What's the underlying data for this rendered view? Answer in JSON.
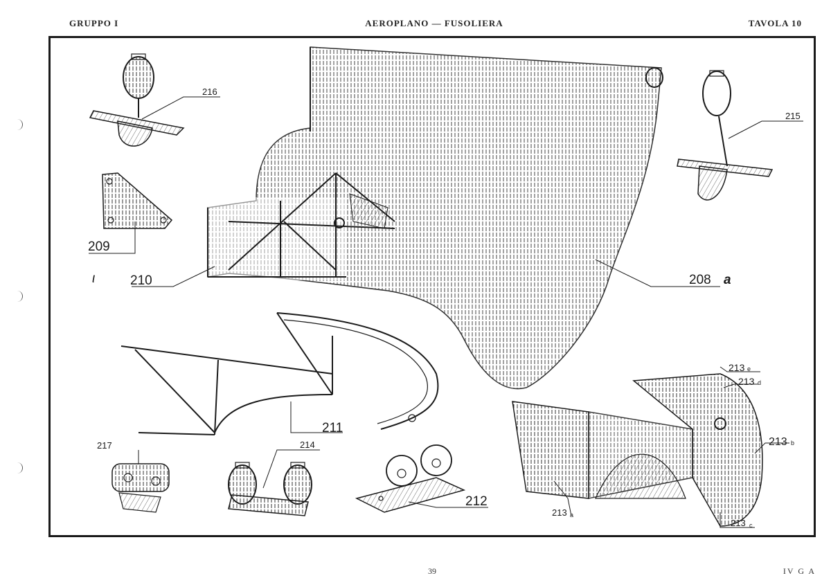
{
  "header": {
    "left": "GRUPPO I",
    "center": "AEROPLANO — FUSOLIERA",
    "right": "TAVOLA 10"
  },
  "footer": {
    "page": "39",
    "code": "IV G A"
  },
  "labels": {
    "p208": "208",
    "p208_suffix": "a",
    "p209": "209",
    "p210": "210",
    "p211": "211",
    "p212": "212",
    "p213a": "213",
    "p213a_suffix": "a",
    "p213b": "213",
    "p213b_suffix": "b",
    "p213c": "213",
    "p213c_suffix": "c",
    "p213d": "213",
    "p213d_suffix": "d",
    "p213e": "213",
    "p213e_suffix": "e",
    "p214": "214",
    "p215": "215",
    "p216": "216",
    "p217": "217",
    "stray": "ι"
  }
}
